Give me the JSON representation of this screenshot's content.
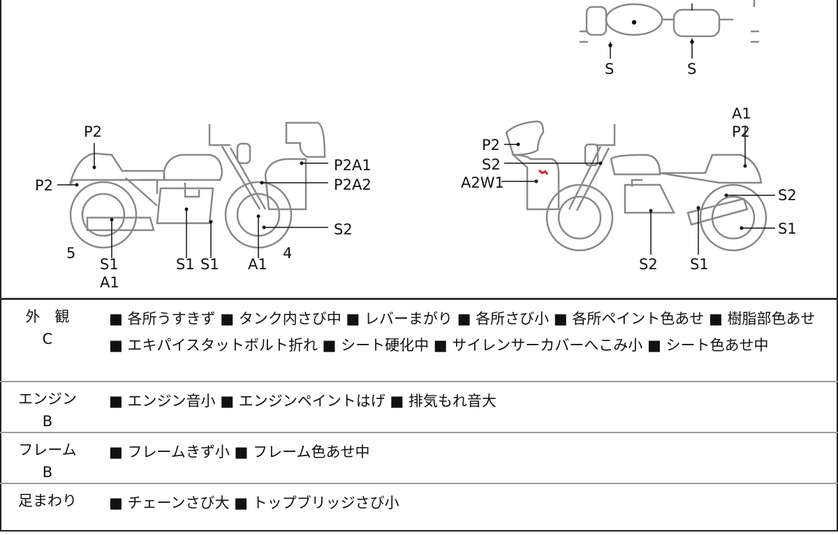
{
  "diagram": {
    "top_view_labels": [
      "S",
      "S"
    ],
    "left_bike_labels": {
      "p2_rear_top": "P2",
      "p2_rear": "P2",
      "p2a1": "P2A1",
      "p2a2": "P2A2",
      "s2_front": "S2",
      "num5": "5",
      "s1_rear": "S1",
      "a1_rear": "A1",
      "s1_engine": "S1",
      "s1_exhaust": "S1",
      "a1_front": "A1",
      "num4": "4"
    },
    "right_bike_labels": {
      "p2_fairing": "P2",
      "s2_fork": "S2",
      "a2w1": "A2W1",
      "a1_tail": "A1",
      "p2_tail": "P2",
      "s2_shock": "S2",
      "s1_wheel": "S1",
      "s2_engine": "S2",
      "s1_frame": "S1"
    },
    "damage_mark_color": "#d42020"
  },
  "table": {
    "rows": [
      {
        "label": "外　観",
        "grade": "C",
        "items": "■ 各所うすきず ■ タンク内さび中 ■ レバーまがり ■ 各所さび小 ■ 各所ペイント色あせ ■ 樹脂部色あせ ■ エキパイスタットボルト折れ ■ シート硬化中 ■ サイレンサーカバーへこみ小 ■ シート色あせ中"
      },
      {
        "label": "エンジン",
        "grade": "B",
        "items": "■ エンジン音小 ■ エンジンペイントはげ ■ 排気もれ音大"
      },
      {
        "label": "フレーム",
        "grade": "B",
        "items": "■ フレームきず小 ■ フレーム色あせ中"
      },
      {
        "label": "足まわり",
        "grade": "",
        "items": "■ チェーンさび大 ■ トップブリッジさび小"
      }
    ]
  }
}
